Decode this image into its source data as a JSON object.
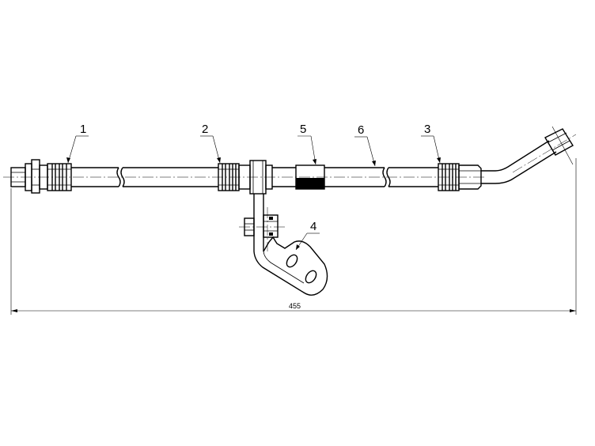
{
  "labels": {
    "part1": "1",
    "part2": "2",
    "part3": "3",
    "part4": "4",
    "part5": "5",
    "part6": "6"
  },
  "dimension": {
    "overall_length": "455"
  },
  "colors": {
    "line": "#000000",
    "background": "#ffffff"
  }
}
